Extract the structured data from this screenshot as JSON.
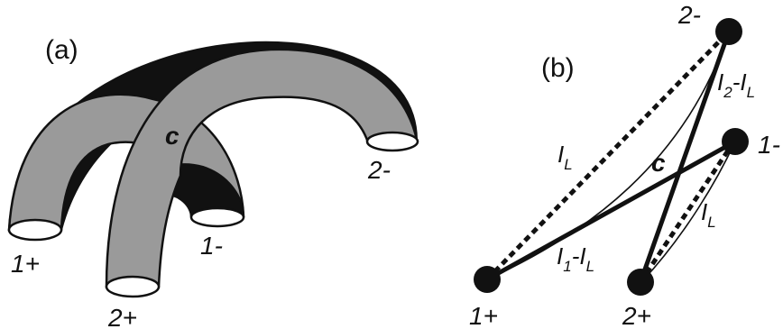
{
  "panel_a": {
    "label": "(a)",
    "crossing_label": "c",
    "terminals": {
      "t1_plus": "1+",
      "t1_minus": "1-",
      "t2_plus": "2+",
      "t2_minus": "2-"
    }
  },
  "panel_b": {
    "label": "(b)",
    "crossing_label": "c",
    "nodes": {
      "n2_minus": "2-",
      "n1_minus": "1-",
      "n1_plus": "1+",
      "n2_plus": "2+"
    },
    "currents": {
      "leak_upper": {
        "main": "I",
        "sub": "L"
      },
      "leak_right": {
        "main": "I",
        "sub": "L"
      },
      "branch1": {
        "main": "I",
        "sub": "1",
        "rest": "-I",
        "rest_sub": "L"
      },
      "branch2": {
        "main": "I",
        "sub": "2",
        "rest": "-I",
        "rest_sub": "L"
      }
    }
  },
  "colors": {
    "ink": "#111111",
    "tube_grey": "#9a9a9a",
    "tube_black": "#111111",
    "white": "#ffffff"
  }
}
